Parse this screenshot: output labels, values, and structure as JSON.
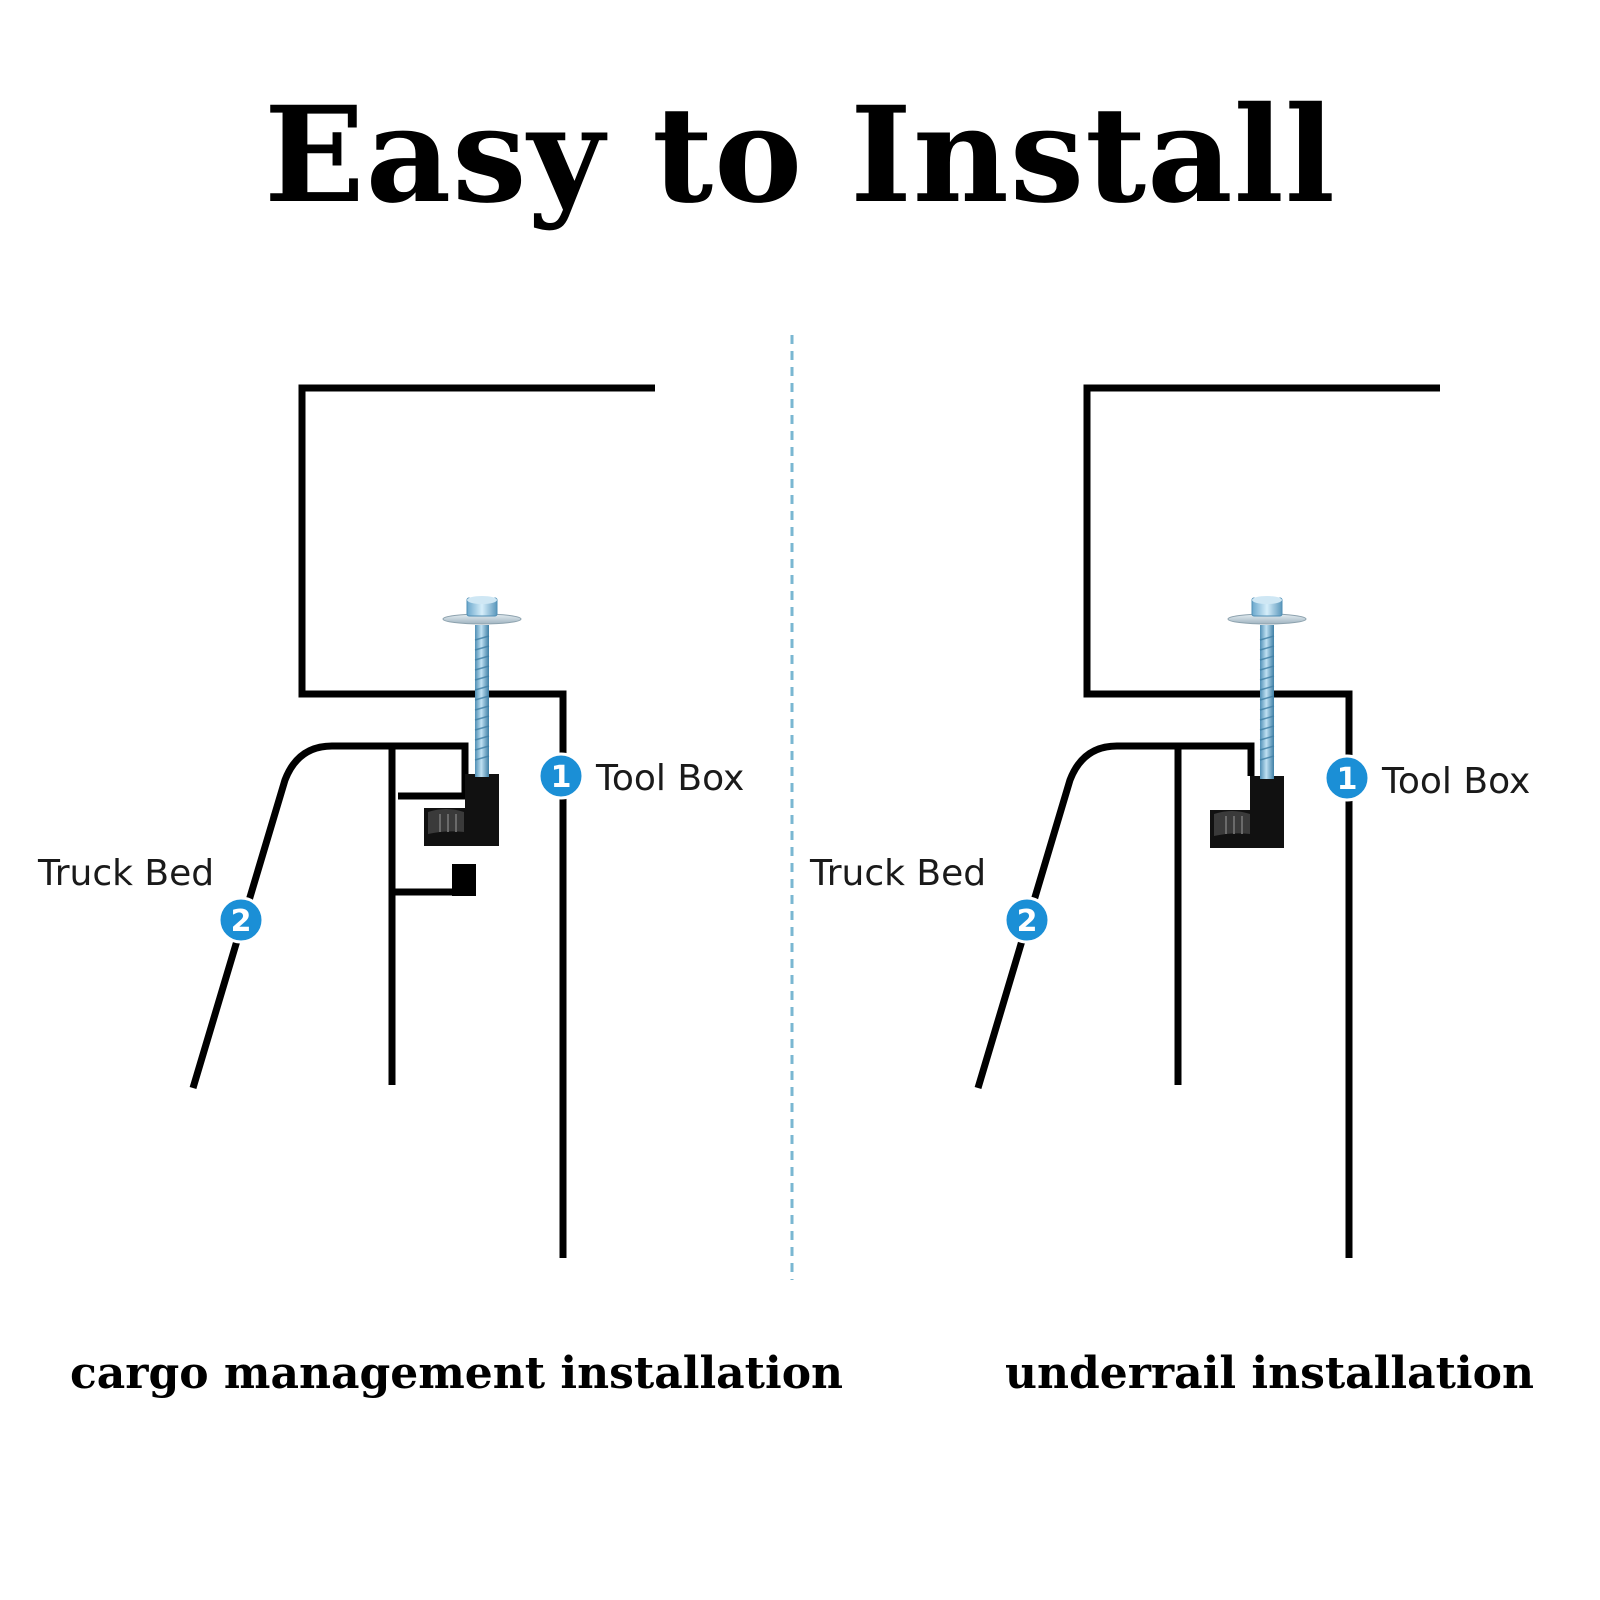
{
  "title": "Easy to Install",
  "panels": [
    {
      "tool_box_label": "Tool Box",
      "truck_bed_label": "Truck Bed",
      "tool_box_badge": "1",
      "truck_bed_badge": "2",
      "caption": "cargo management installation"
    },
    {
      "tool_box_label": "Tool Box",
      "truck_bed_label": "Truck Bed",
      "tool_box_badge": "1",
      "truck_bed_badge": "2",
      "caption": "underrail installation"
    }
  ],
  "colors": {
    "badge": "#1b8fd6",
    "line": "#000000",
    "bolt": "#7fb6d6",
    "divider": "#5aa6c7"
  }
}
